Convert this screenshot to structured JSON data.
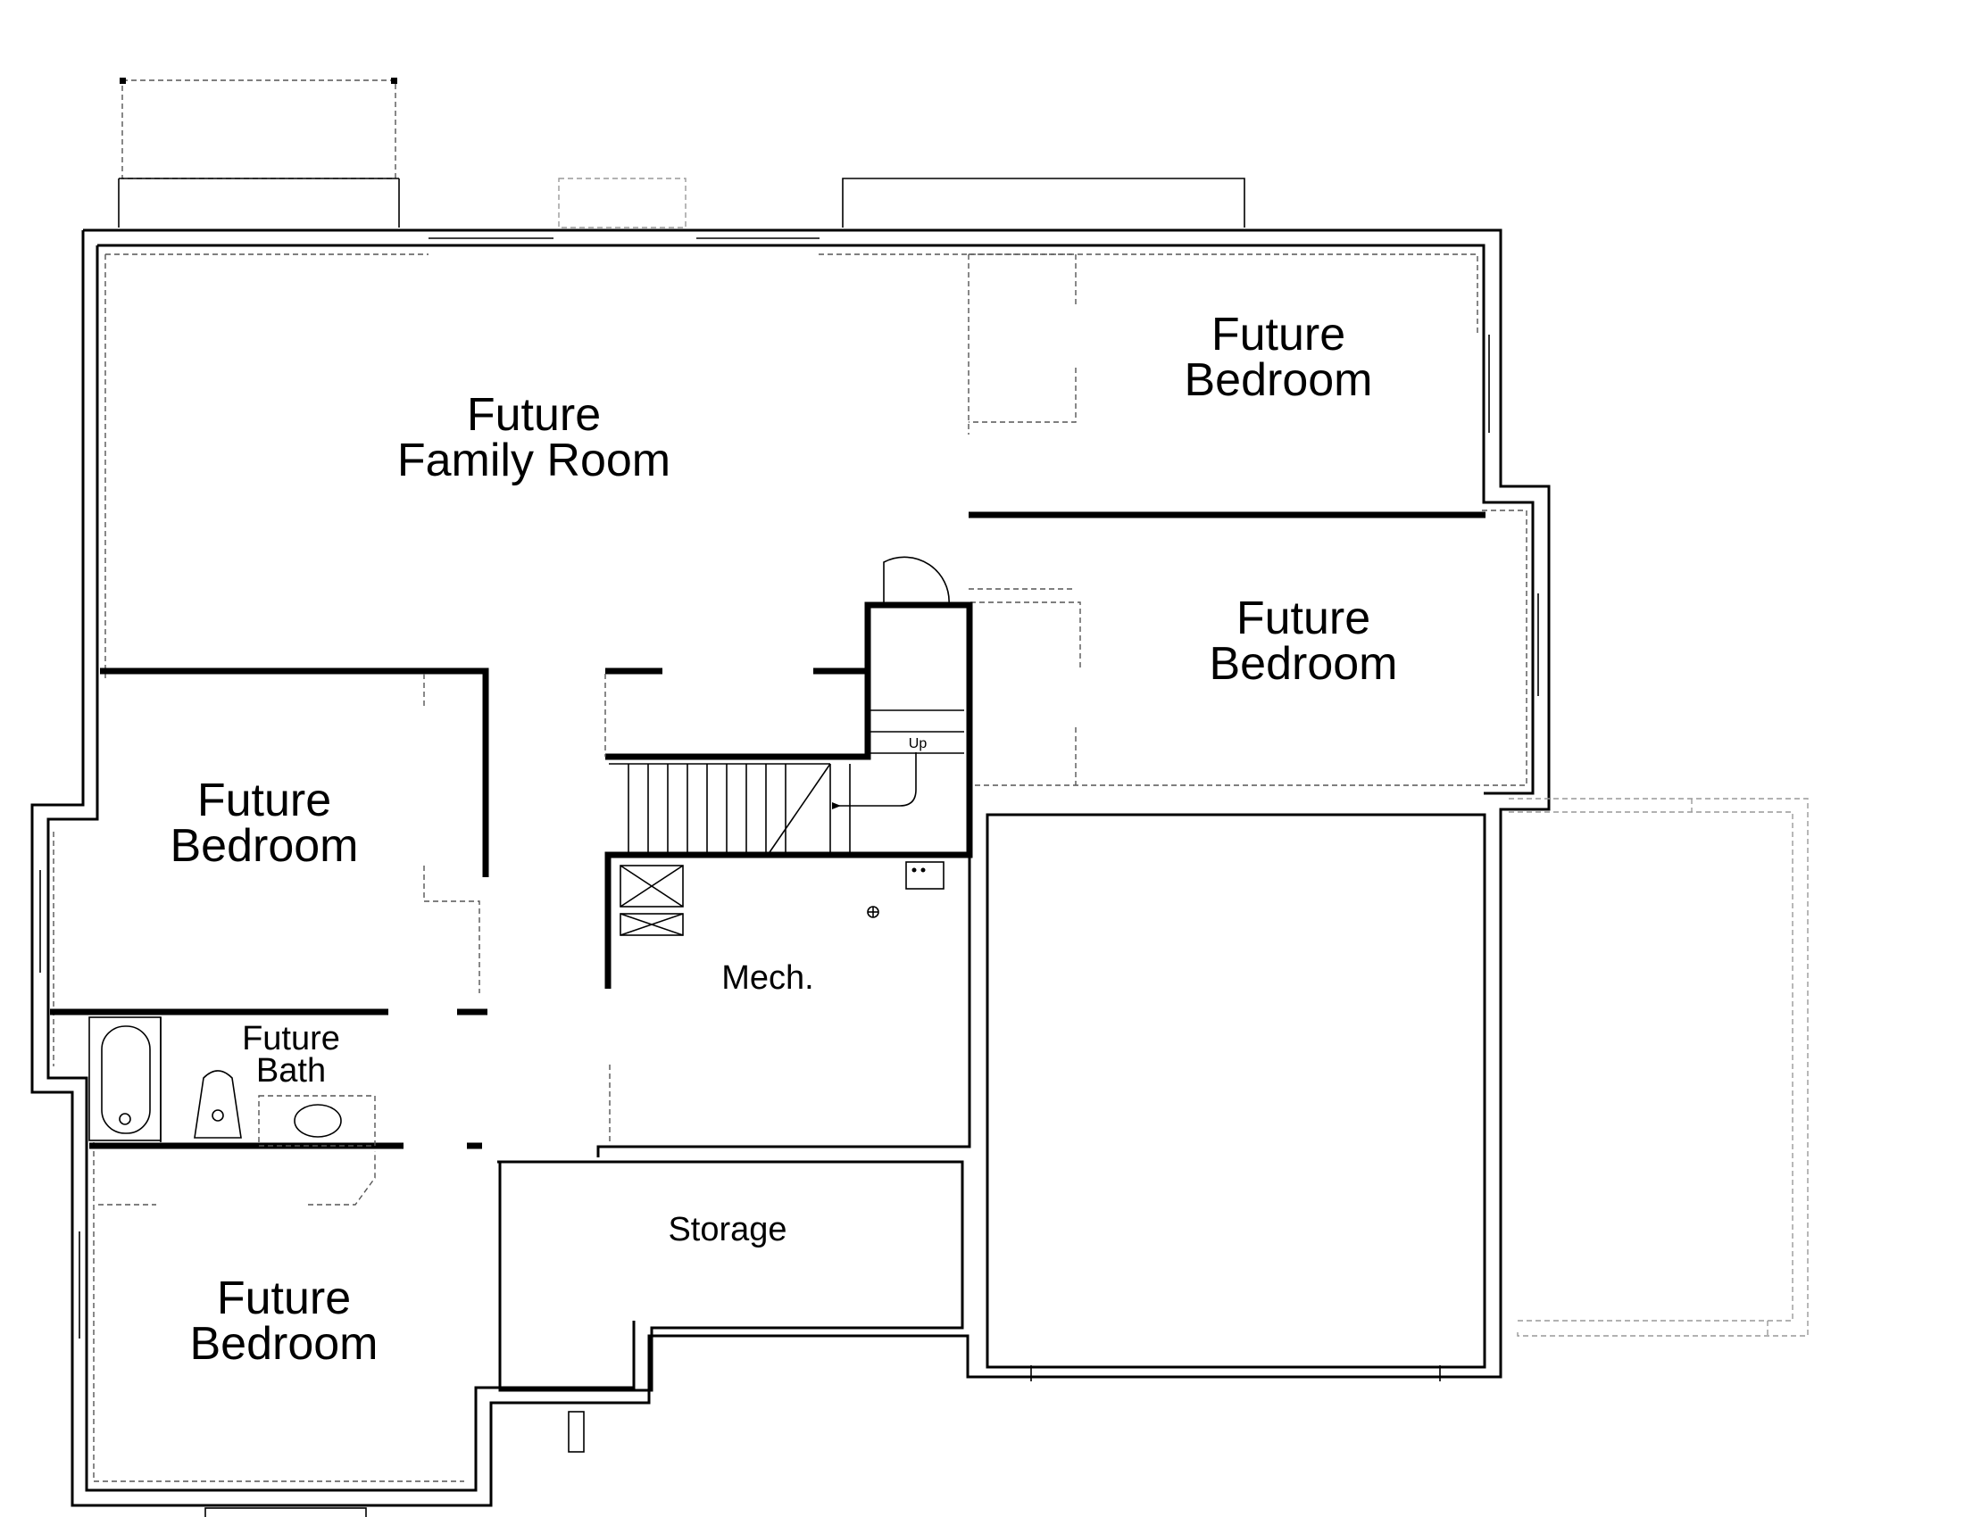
{
  "rooms": {
    "family_room": {
      "line1": "Future",
      "line2": "Family Room"
    },
    "bedroom_top_right": {
      "line1": "Future",
      "line2": "Bedroom"
    },
    "bedroom_mid_right": {
      "line1": "Future",
      "line2": "Bedroom"
    },
    "bedroom_left": {
      "line1": "Future",
      "line2": "Bedroom"
    },
    "bedroom_bottom_left": {
      "line1": "Future",
      "line2": "Bedroom"
    },
    "bath": {
      "line1": "Future",
      "line2": "Bath"
    },
    "mech": {
      "label": "Mech."
    },
    "storage": {
      "label": "Storage"
    }
  },
  "stairs": {
    "label": "Up"
  }
}
